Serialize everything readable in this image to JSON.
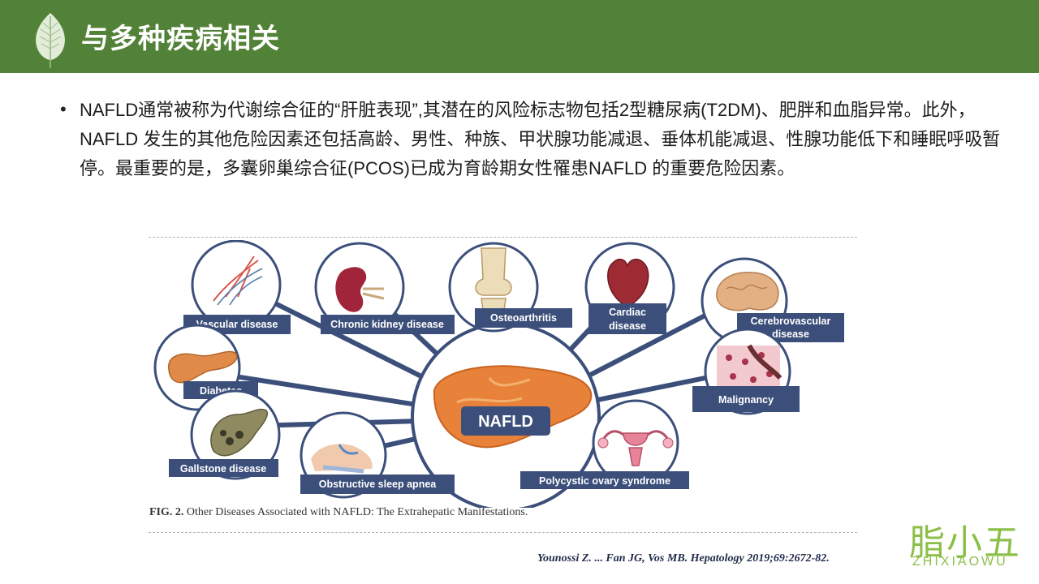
{
  "header": {
    "title": "与多种疾病相关",
    "color": "#528237"
  },
  "body": {
    "bullet": "•",
    "paragraph": "NAFLD通常被称为代谢综合征的“肝脏表现”,其潜在的风险标志物包括2型糖尿病(T2DM)、肥胖和血脂异常。此外，NAFLD 发生的其他危险因素还包括高龄、男性、种族、甲状腺功能减退、垂体机能减退、性腺功能低下和睡眠呼吸暂停。最重要的是，多囊卵巢综合征(PCOS)已成为育龄期女性罹患NAFLD 的重要危险因素。"
  },
  "diagram": {
    "center": "NAFLD",
    "label_color": "#3b4f7a",
    "spoke_color": "#3b4f7a",
    "diseases": {
      "vascular": "Vascular disease",
      "kidney": "Chronic kidney disease",
      "osteo": "Osteoarthritis",
      "cardiac_1": "Cardiac",
      "cardiac_2": "disease",
      "cerebro_1": "Cerebrovascular",
      "cerebro_2": "disease",
      "diabetes": "Diabetes",
      "malignancy": "Malignancy",
      "gallstone": "Gallstone disease",
      "sleep": "Obstructive sleep apnea",
      "pcos": "Polycystic ovary syndrome"
    },
    "caption_label": "FIG. 2.",
    "caption_text": "Other Diseases Associated with NAFLD: The Extrahepatic Manifestations."
  },
  "citation": "Younossi Z. ... Fan JG, Vos MB. Hepatology 2019;69:2672-82.",
  "logo": {
    "cn": "脂小五",
    "en": "ZHIXIAOWU",
    "color": "#8cbf48"
  }
}
